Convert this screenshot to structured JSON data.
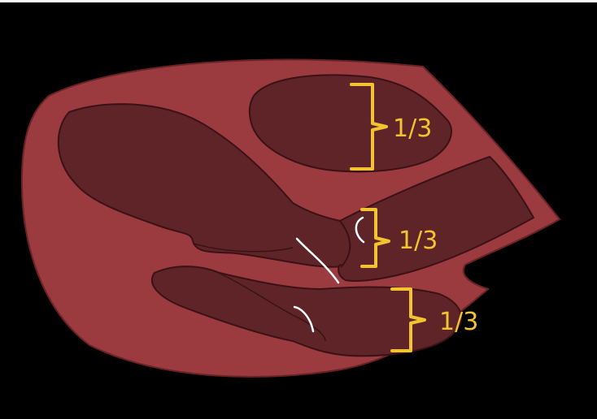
{
  "colors": {
    "background": "#000000",
    "outer_tissue": "#9b3a3f",
    "lobe_fill": "#5f2428",
    "outline": "#3a1215",
    "bracket": "#f2c431",
    "incision": "#ffffff"
  },
  "labels": {
    "top": "1/3",
    "middle": "1/3",
    "bottom": "1/3"
  }
}
